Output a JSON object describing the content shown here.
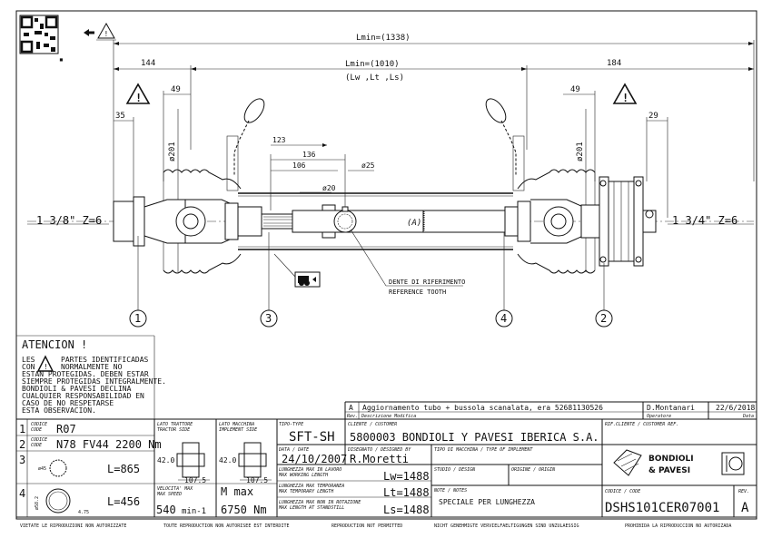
{
  "dimensions": {
    "lmin_total": "Lmin=(1338)",
    "lmin_tube": "Lmin=(1010)",
    "lengths_note": "(Lw ,Lt ,Ls)",
    "left_offset": "144",
    "right_offset": "184",
    "left_49": "49",
    "right_49": "49",
    "left_35": "35",
    "right_29": "29",
    "left_dia": "ø201",
    "right_dia": "ø201",
    "d123": "123",
    "d136": "136",
    "d106": "106",
    "d25": "ø25",
    "d20": "ø20",
    "left_spline": "1 3/8\" Z=6",
    "right_spline": "1 3/4\" Z=6",
    "tube_label": "(A)",
    "ref_tooth_it": "DENTE DI RIFERIMENTO",
    "ref_tooth_en": "REFERENCE TOOTH"
  },
  "callouts": [
    "1",
    "3",
    "4",
    "2"
  ],
  "warning": {
    "title": "ATENCION !",
    "line1a": "LES",
    "line1b": "PARTES IDENTIFICADAS",
    "line2a": "CON",
    "line2b": "NORMALMENTE NO",
    "lines": [
      "ESTAN PROTEGIDAS. DEBEN ESTAR",
      "SIEMPRE PROTEGIDAS INTEGRALMENTE.",
      "BONDIOLI & PAVESI DECLINA",
      "CUALQUIER RESPONSABILIDAD EN",
      "CASO DE NO RESPETARSE",
      "ESTA OBSERVACION."
    ]
  },
  "parts": {
    "code_label_it": "CODICE",
    "code_label_en": "CODE",
    "rows": [
      {
        "num": "1",
        "value": "R07"
      },
      {
        "num": "2",
        "value": "N78  FV44 2200 Nm"
      },
      {
        "num": "3",
        "dia": "ø45",
        "length": "L=865"
      },
      {
        "num": "4",
        "dia": "ø58.2",
        "thk": "4.75",
        "length": "L=456"
      }
    ]
  },
  "joints": {
    "tractor_it": "LATO TRATTORE",
    "tractor_en": "TRACTOR SIDE",
    "implement_it": "LATO MACCHINA",
    "implement_en": "IMPLEMENT SIDE",
    "height": "42.0",
    "width": "107.5",
    "speed_it": "VELOCITA' MAX",
    "speed_en": "MAX SPEED",
    "speed_value": "540",
    "speed_unit": "min-1",
    "torque_label": "M max",
    "torque_value": "6750 Nm"
  },
  "revision": {
    "rev": "A",
    "description": "Aggiornamento tubo + bussola scanalata, era 52681130526",
    "operator": "D.Montanari",
    "date": "22/6/2018",
    "rev_label": "Rev.",
    "desc_label": "Descrizione Modifica",
    "operator_label": "Operatore",
    "date_label": "Data"
  },
  "title_block": {
    "type_label": "TIPO-TYPE",
    "type": "SFT-SH",
    "customer_label": "CLIENTE / CUSTOMER",
    "customer": "5800003   BONDIOLI Y PAVESI IBERICA S.A.",
    "date_label": "DATA / DATE",
    "date": "24/10/2007",
    "designer_label": "DISEGNATO / DESIGNED BY",
    "designer": "R.Moretti",
    "implement_label": "TIPO DI MACCHINA / TYPE OF IMPLEMENT",
    "lw_label_it": "LUNGHEZZA MAX IN LAVORO",
    "lw_label_en": "MAX WORKING LENGTH",
    "lw": "Lw=1488",
    "lt_label_it": "LUNGHEZZA MAX TEMPORANEA",
    "lt_label_en": "MAX TEMPORARY LENGTH",
    "lt": "Lt=1488",
    "ls_label_it": "LUNGHEZZA MAX NON IN ROTAZIONE",
    "ls_label_en": "MAX LENGTH AT STANDSTILL",
    "ls": "Ls=1488",
    "studio_label": "STUDIO / DESIGN",
    "origin_label": "ORIGINE / ORIGIN",
    "notes_label": "NOTE / NOTES",
    "notes": "SPECIALE PER LUNGHEZZA",
    "cust_ref_label": "RIF.CLIENTE / CUSTOMER REF.",
    "code_label": "CODICE / CODE",
    "code": "DSHS101CER07001",
    "rev_label": "REV.",
    "rev": "A",
    "logo_line1": "BONDIOLI",
    "logo_line2": "& PAVESI"
  },
  "footer": [
    "VIETATE LE RIPRODUZIONI NON AUTORIZZATE",
    "TOUTE REPRODUCTION NON AUTORISEE EST INTERDITE",
    "REPRODUCTION NOT PERMITTED",
    "NICHT GENEHMIGTE VERVIELFAELTIGUNGEN SIND UNZULAESSIG",
    "PROHIBIDA LA RIPRODUCCION NO AUTORIZADA"
  ]
}
